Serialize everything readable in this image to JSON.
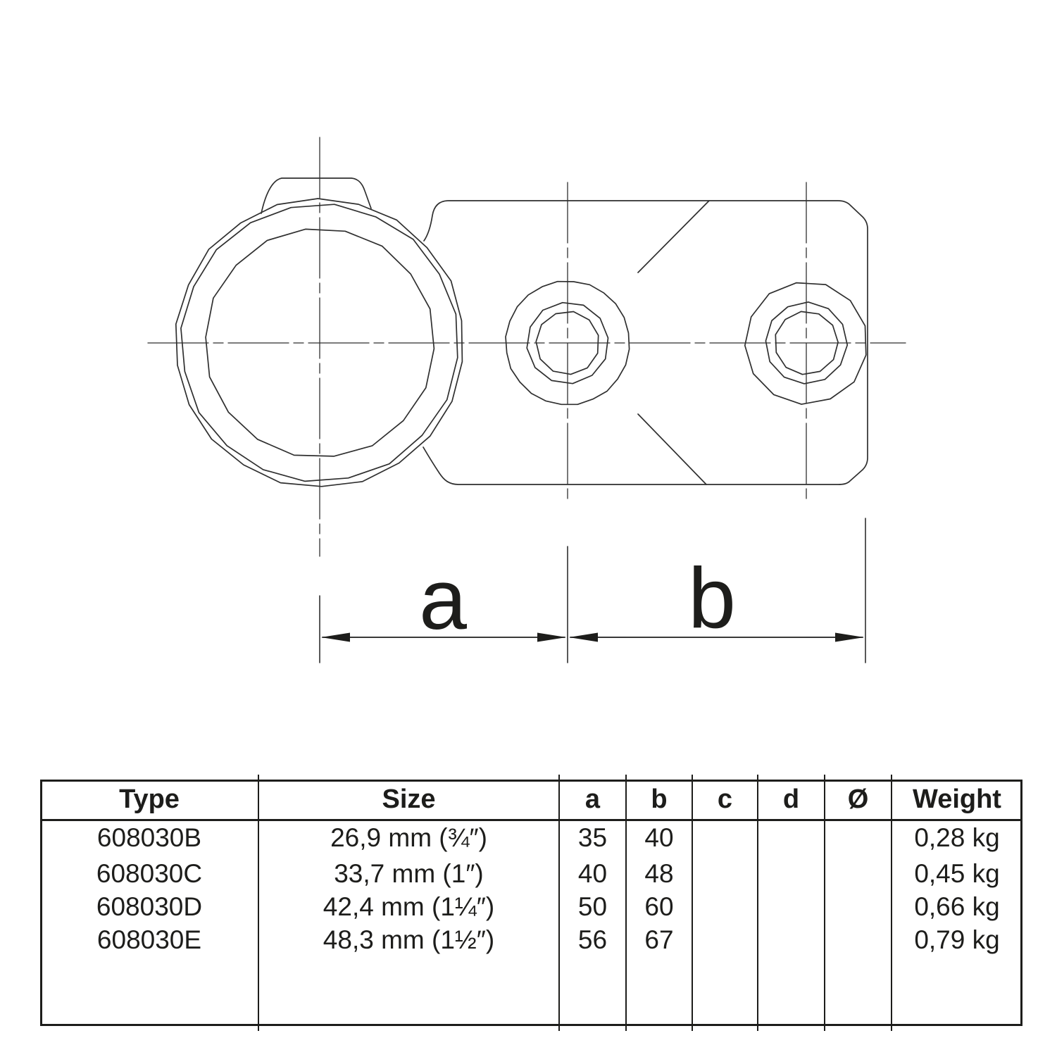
{
  "page": {
    "background": "#ffffff"
  },
  "colors": {
    "ink": "#1d1d1b",
    "drawing_line": "#2f2f2f"
  },
  "drawing": {
    "dim_a_label": "a",
    "dim_b_label": "b"
  },
  "table": {
    "headers": [
      "Type",
      "Size",
      "a",
      "b",
      "c",
      "d",
      "Ø",
      "Weight"
    ],
    "rows": [
      {
        "type": "608030B",
        "size": "26,9 mm (¾″)",
        "a": "35",
        "b": "40",
        "c": "",
        "d": "",
        "diameter": "",
        "weight": "0,28 kg"
      },
      {
        "type": "608030C",
        "size": "33,7 mm (1″)",
        "a": "40",
        "b": "48",
        "c": "",
        "d": "",
        "diameter": "",
        "weight": "0,45 kg"
      },
      {
        "type": "608030D",
        "size": "42,4 mm (1¼″)",
        "a": "50",
        "b": "60",
        "c": "",
        "d": "",
        "diameter": "",
        "weight": "0,66 kg"
      },
      {
        "type": "608030E",
        "size": "48,3 mm (1½″)",
        "a": "56",
        "b": "67",
        "c": "",
        "d": "",
        "diameter": "",
        "weight": "0,79 kg"
      }
    ]
  }
}
